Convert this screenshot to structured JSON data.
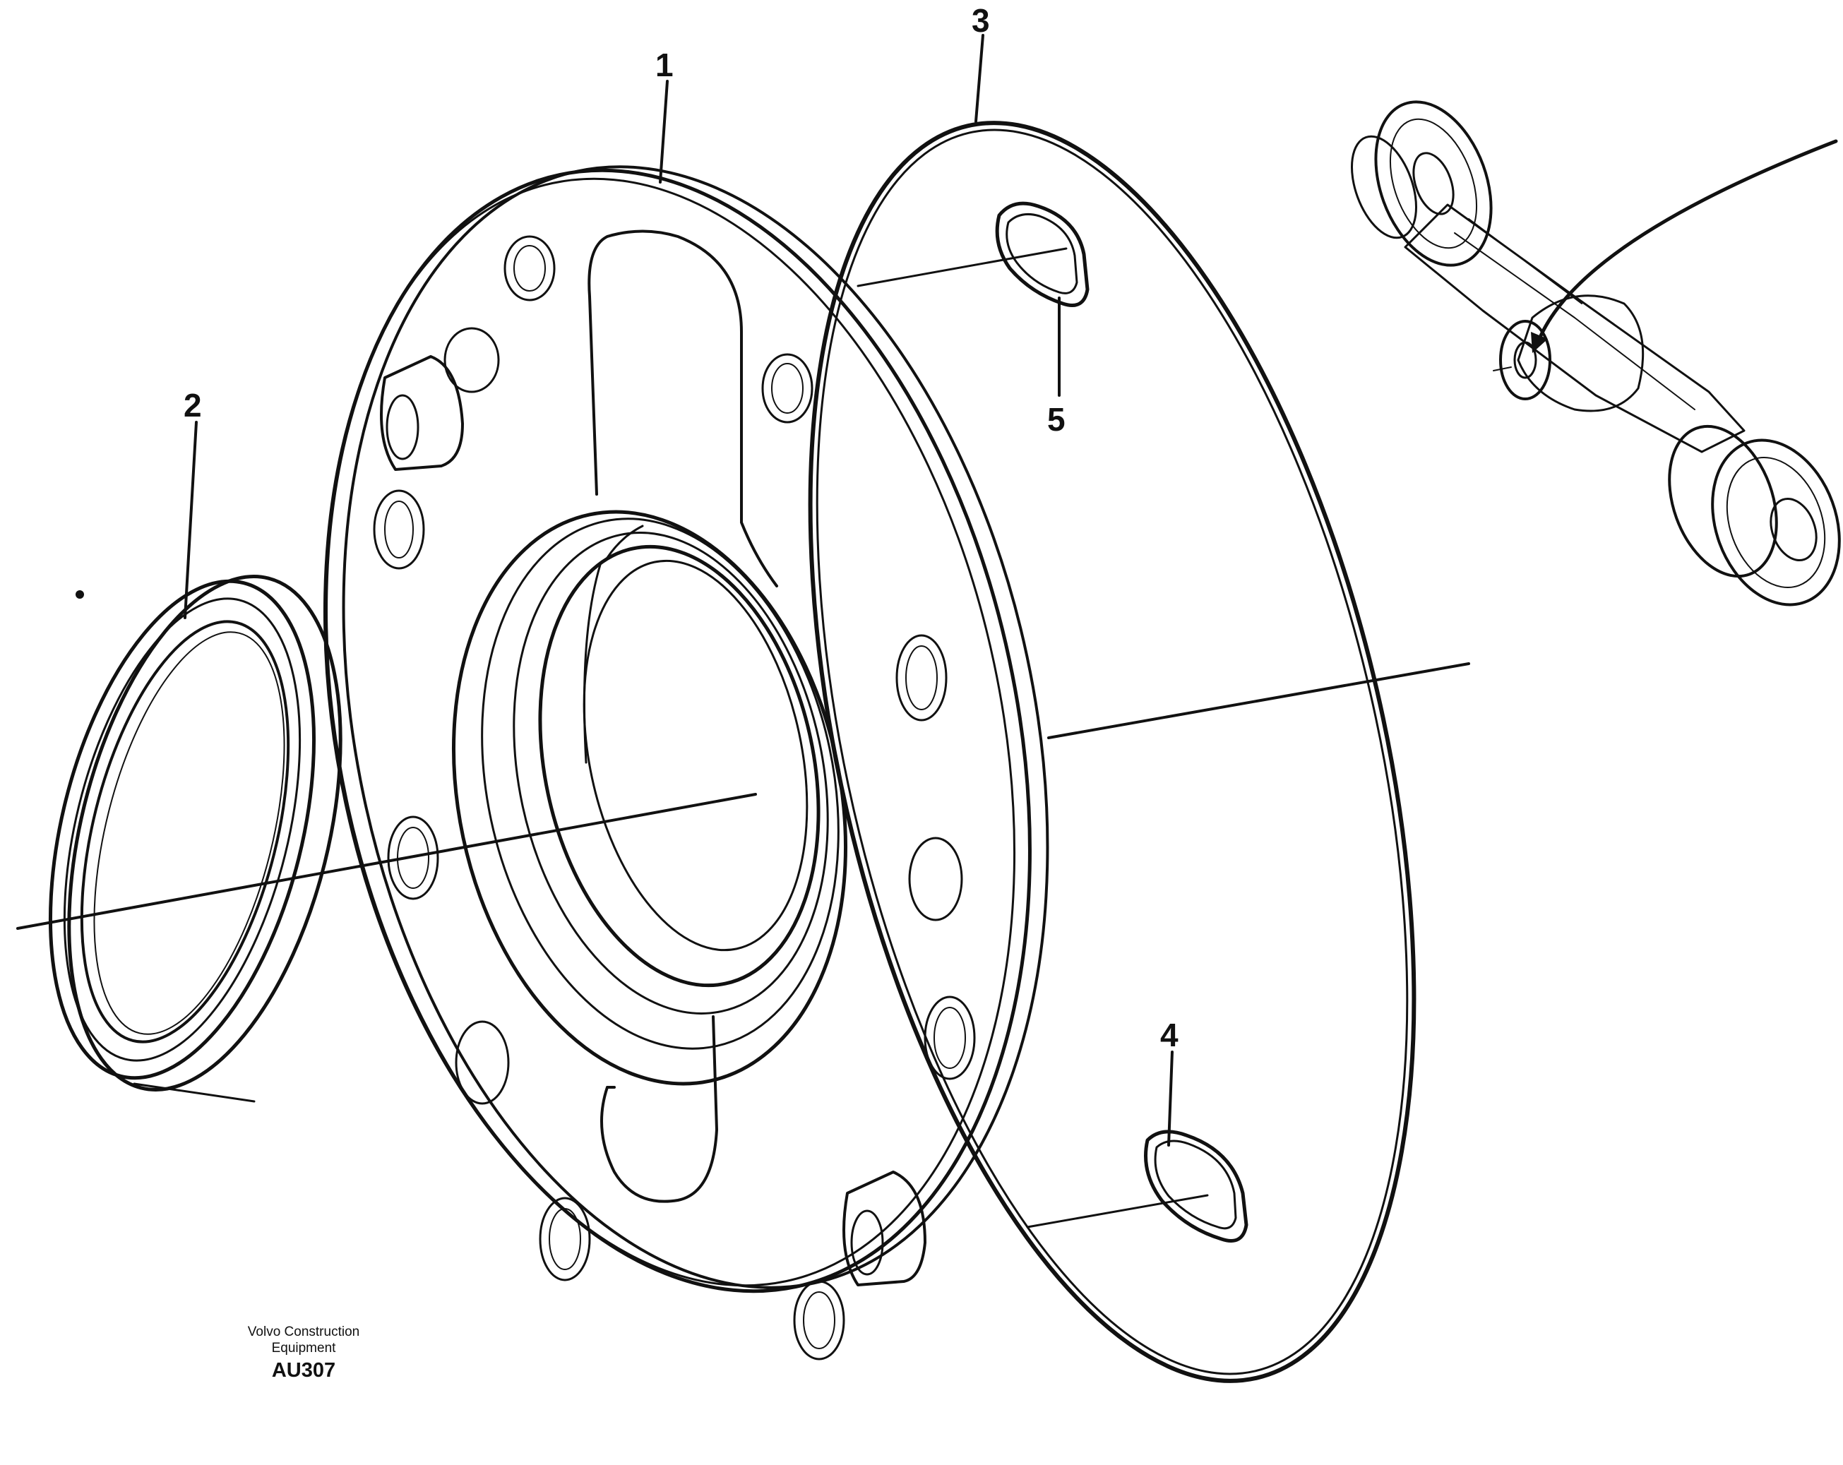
{
  "callouts": [
    {
      "id": "1",
      "label": "1"
    },
    {
      "id": "2",
      "label": "2"
    },
    {
      "id": "3",
      "label": "3"
    },
    {
      "id": "4",
      "label": "4"
    },
    {
      "id": "5",
      "label": "5"
    }
  ],
  "caption": {
    "company_line1": "Volvo Construction",
    "company_line2": "Equipment",
    "code": "AU307"
  },
  "colors": {
    "ink": "#111111",
    "background": "#ffffff"
  }
}
